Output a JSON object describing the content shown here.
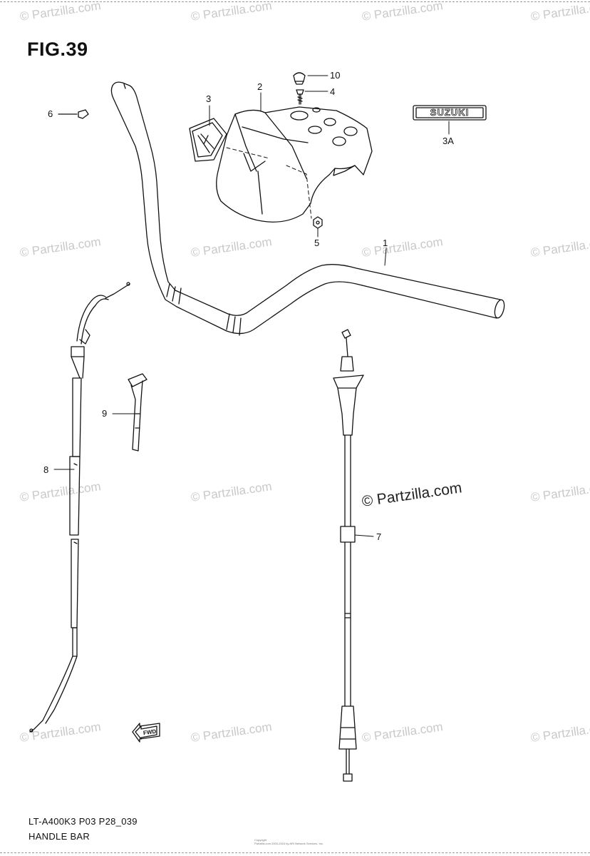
{
  "figure": {
    "title": "FIG.39",
    "model_code": "LT-A400K3 P03 P28_039",
    "section_title": "HANDLE BAR"
  },
  "labels": {
    "l10": "10",
    "l4": "4",
    "l3": "3",
    "l2": "2",
    "l6": "6",
    "l3a": "3A",
    "l5": "5",
    "l1": "1",
    "l9": "9",
    "l8": "8",
    "l7": "7"
  },
  "emblem_text": "SUZUKI",
  "fwd_marker_text": "FWD",
  "watermark": {
    "text": "© Partzilla.com",
    "center_text": "© Partzilla.com"
  },
  "copyright_lines": [
    "Copyright",
    "Partzilla.com 2003-2024 by ARI Network Services, Inc."
  ]
}
